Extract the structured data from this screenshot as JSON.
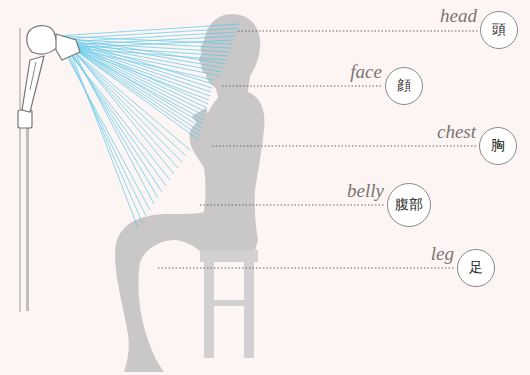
{
  "diagram": {
    "nodes": [
      {
        "text": [
          "head",
          "頭"
        ]
      },
      {
        "text": [
          "face",
          "顔"
        ]
      },
      {
        "text": [
          "chest",
          "胸"
        ]
      },
      {
        "text": [
          "belly",
          "腹部"
        ]
      },
      {
        "text": [
          "leg",
          "足"
        ]
      }
    ]
  }
}
